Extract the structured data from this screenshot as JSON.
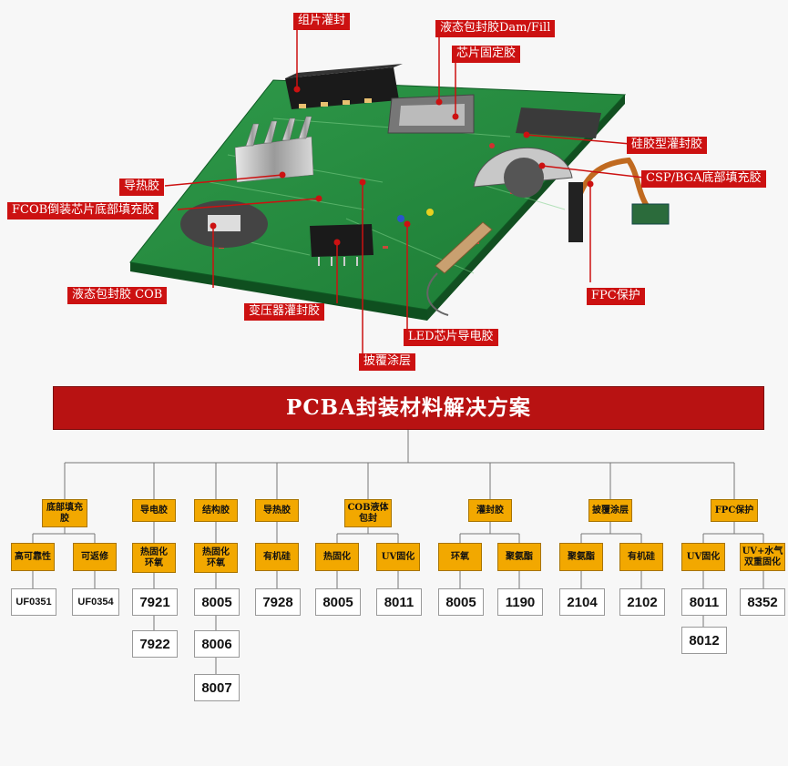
{
  "callouts": {
    "group_potting": "组片灌封",
    "dam_fill": "液态包封胶Dam/Fill",
    "chip_fix": "芯片固定胶",
    "silicone_potting": "硅胶型灌封胶",
    "csp_bga": "CSP/BGA底部填充胶",
    "thermal_glue": "导热胶",
    "fcob": "FCOB倒装芯片底部填充胶",
    "cob": "液态包封胶  COB",
    "transformer": "变压器灌封胶",
    "led": "LED芯片导电胶",
    "coating": "披覆涂层",
    "fpc": "FPC保护"
  },
  "title": "PCBA封装材料解决方案",
  "categories": {
    "underfill": "底部填充\n胶",
    "conductive": "导电胶",
    "structural": "结构胶",
    "thermal": "导热胶",
    "cob": "COB液体\n包封",
    "potting": "灌封胶",
    "coating": "披覆涂层",
    "fpc": "FPC保护"
  },
  "subs": {
    "high_reliability": "高可靠性",
    "reworkable": "可返修",
    "cond_heat_epoxy": "热固化\n环氧",
    "struct_heat_epoxy": "热固化\n环氧",
    "silicone_thermal": "有机硅",
    "cob_heat": "热固化",
    "cob_uv": "UV固化",
    "epoxy": "环氧",
    "polyurethane": "聚氨酯",
    "coat_pu": "聚氨酯",
    "coat_silicone": "有机硅",
    "fpc_uv": "UV固化",
    "fpc_dual": "UV+水气\n双重固化"
  },
  "products": {
    "uf0351": "UF0351",
    "uf0354": "UF0354",
    "p7921": "7921",
    "p7922": "7922",
    "p8005a": "8005",
    "p8006": "8006",
    "p8007": "8007",
    "p7928": "7928",
    "p8005b": "8005",
    "p8011a": "8011",
    "p8005c": "8005",
    "p1190": "1190",
    "p2104": "2104",
    "p2102": "2102",
    "p8011b": "8011",
    "p8012": "8012",
    "p8352": "8352"
  }
}
